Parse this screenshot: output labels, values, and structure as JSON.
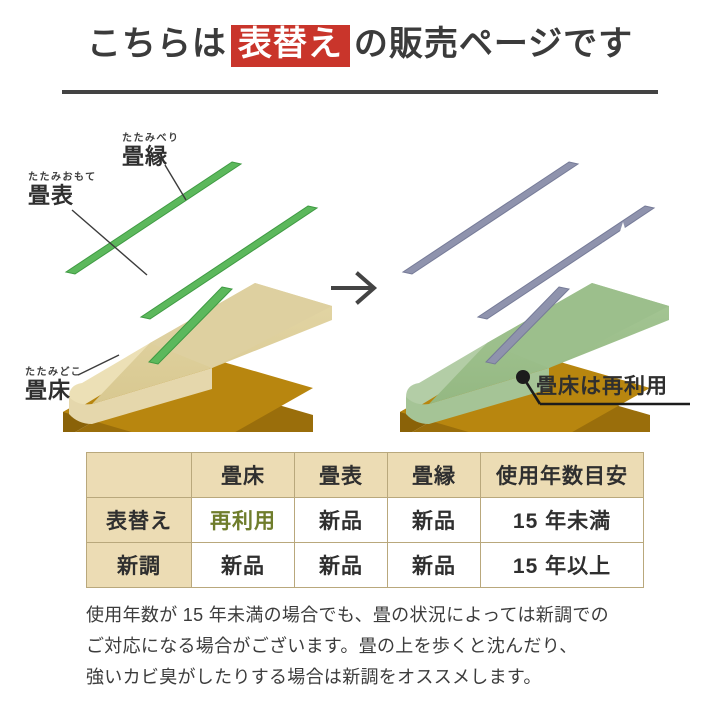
{
  "header": {
    "text_before": "こちらは",
    "highlight": "表替え",
    "text_after": "の販売ページです"
  },
  "diagram": {
    "labels": {
      "heri_ruby": "たたみべり",
      "heri_main": "畳縁",
      "omote_ruby": "たたみおもて",
      "omote_main": "畳表",
      "doko_ruby": "たたみどこ",
      "doko_main": "畳床",
      "reuse_note": "畳床は再利用"
    },
    "arrow": "→",
    "colors": {
      "old_surface_top": "#ded0a0",
      "old_surface_side": "#ece0b6",
      "old_heri": "#4caf50",
      "base_top": "#b8860f",
      "base_front": "#9a6e0b",
      "base_side": "#8a6208",
      "new_surface_top": "#9cbf8c",
      "new_surface_side": "#b3cda6",
      "new_heri": "#8f93ad",
      "sparkle": "#ffffff"
    }
  },
  "table": {
    "columns": [
      "",
      "畳床",
      "畳表",
      "畳縁",
      "使用年数目安"
    ],
    "rows": [
      {
        "label": "表替え",
        "cells": [
          "再利用",
          "新品",
          "新品",
          "15 年未満"
        ]
      },
      {
        "label": "新調",
        "cells": [
          "新品",
          "新品",
          "新品",
          "15 年以上"
        ]
      }
    ],
    "accent_reuse_color": "#6f7d2c",
    "header_bg": "#ecdcb4"
  },
  "note": {
    "line1": "使用年数が 15 年未満の場合でも、畳の状況によっては新調での",
    "line2": "ご対応になる場合がございます。畳の上を歩くと沈んだり、",
    "line3": "強いカビ臭がしたりする場合は新調をオススメします。"
  }
}
